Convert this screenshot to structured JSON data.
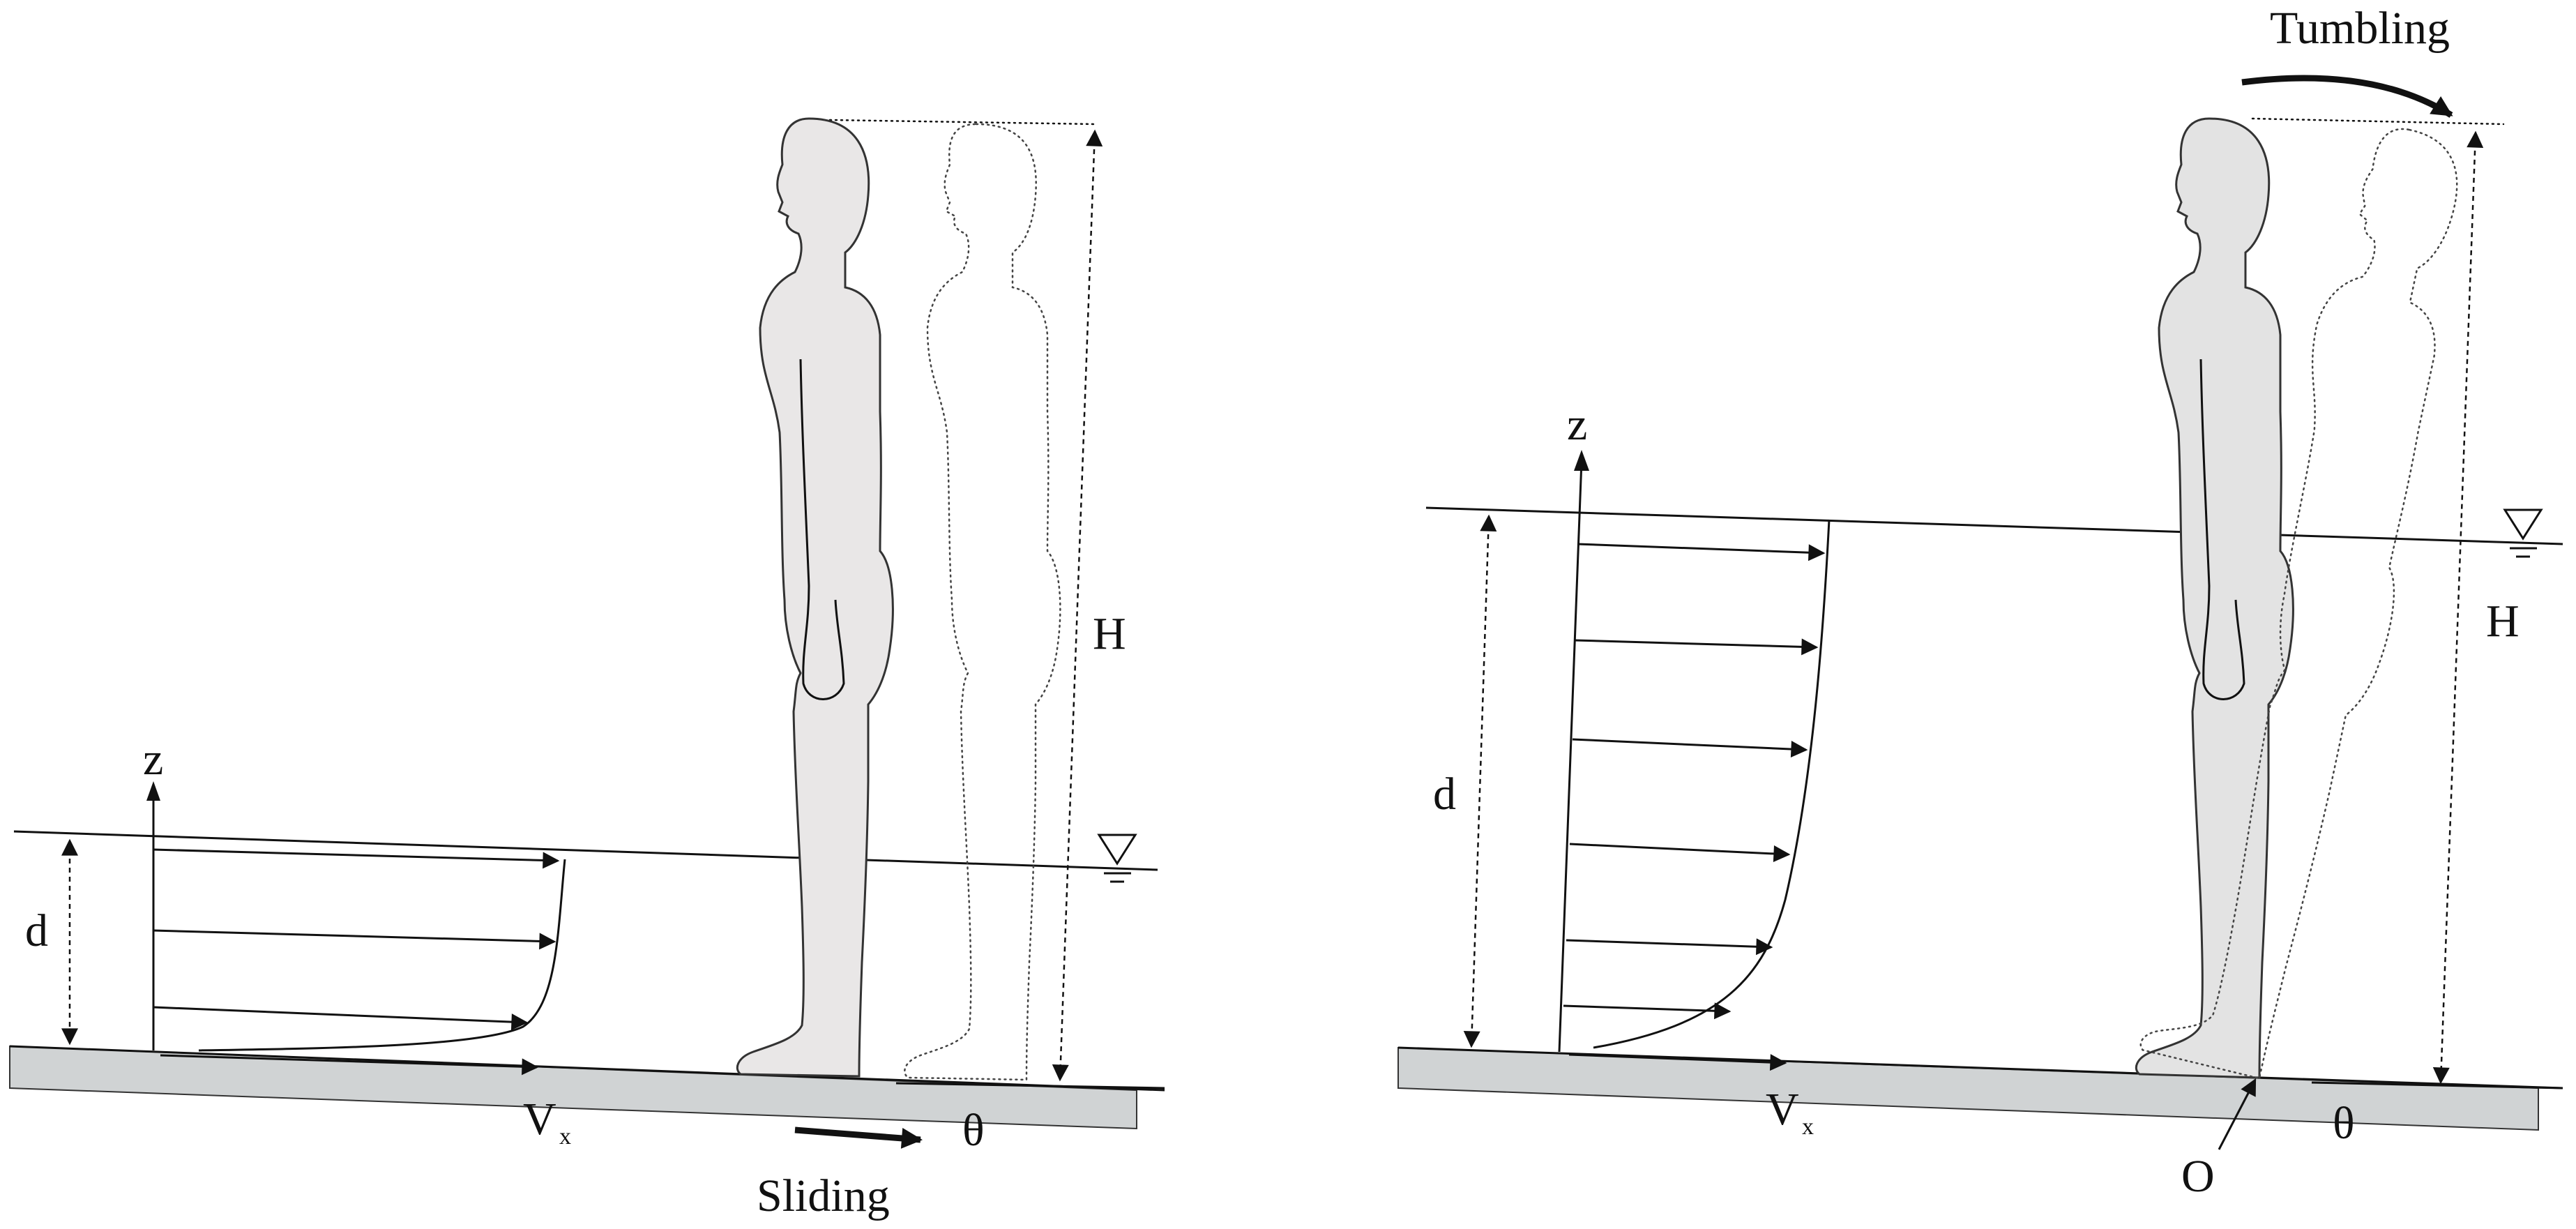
{
  "figure": {
    "left_panel": {
      "z_label": "z",
      "d_label": "d",
      "H_label": "H",
      "V_label": "V",
      "V_sub": "x",
      "theta_label": "θ",
      "motion_label": "Sliding"
    },
    "right_panel": {
      "z_label": "z",
      "d_label": "d",
      "H_label": "H",
      "V_label": "V",
      "V_sub": "x",
      "theta_label": "θ",
      "motion_label": "Tumbling",
      "pivot_label": "O"
    }
  }
}
